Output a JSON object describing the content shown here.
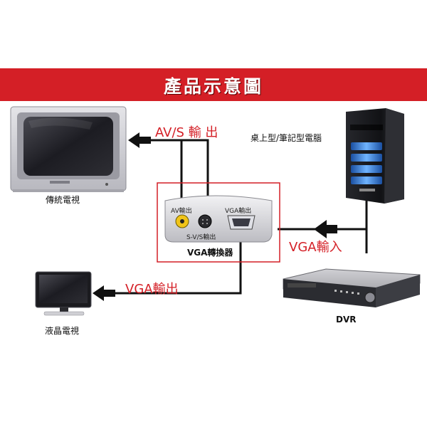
{
  "banner": {
    "title": "產品示意圖"
  },
  "labels": {
    "av_s_output": "AV/S 輸 出",
    "vga_input": "VGA輸入",
    "vga_output": "VGA輸出",
    "traditional_tv": "傳統電視",
    "lcd_tv": "液晶電視",
    "desktop_laptop": "桌上型/筆記型電腦",
    "converter": "VGA轉換器",
    "dvr": "DVR"
  },
  "converter_ports": {
    "av_out": "AV輸出",
    "vga_out": "VGA輸出",
    "svs_out": "S-V/S輸出"
  },
  "colors": {
    "banner": "#d41f26",
    "label_red": "#d41f26",
    "wire": "#111111",
    "callout_box": "#d41f26"
  },
  "icons": [
    "crt-tv",
    "lcd-tv",
    "pc-tower",
    "dvr-recorder",
    "vga-converter",
    "arrow-left"
  ]
}
